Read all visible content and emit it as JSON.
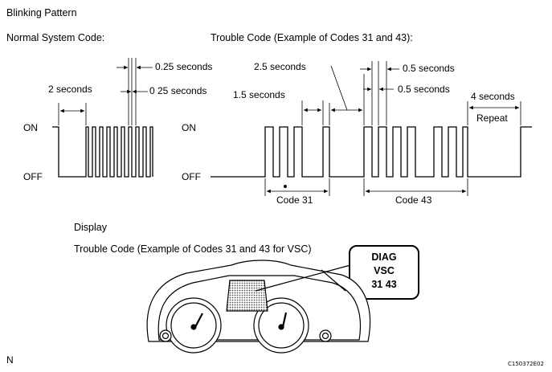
{
  "header": {
    "title": "Blinking Pattern"
  },
  "normal": {
    "label": "Normal System Code:",
    "t_2s": "2 seconds",
    "t_025a": "0.25 seconds",
    "t_025b": "0 25 seconds",
    "on": "ON",
    "off": "OFF"
  },
  "trouble": {
    "label": "Trouble Code (Example of Codes 31 and 43):",
    "t_25": "2.5 seconds",
    "t_15": "1.5 seconds",
    "t_05a": "0.5 seconds",
    "t_05b": "0.5 seconds",
    "t_4": "4 seconds",
    "repeat": "Repeat",
    "code31": "Code 31",
    "code43": "Code 43",
    "on": "ON",
    "off": "OFF"
  },
  "display": {
    "label": "Display",
    "caption": "Trouble Code (Example of Codes 31 and 43 for VSC)",
    "callout_line1": "DIAG",
    "callout_line2": "VSC",
    "callout_line3": "31 43"
  },
  "footer": {
    "left": "N",
    "right": "C150372E02"
  }
}
